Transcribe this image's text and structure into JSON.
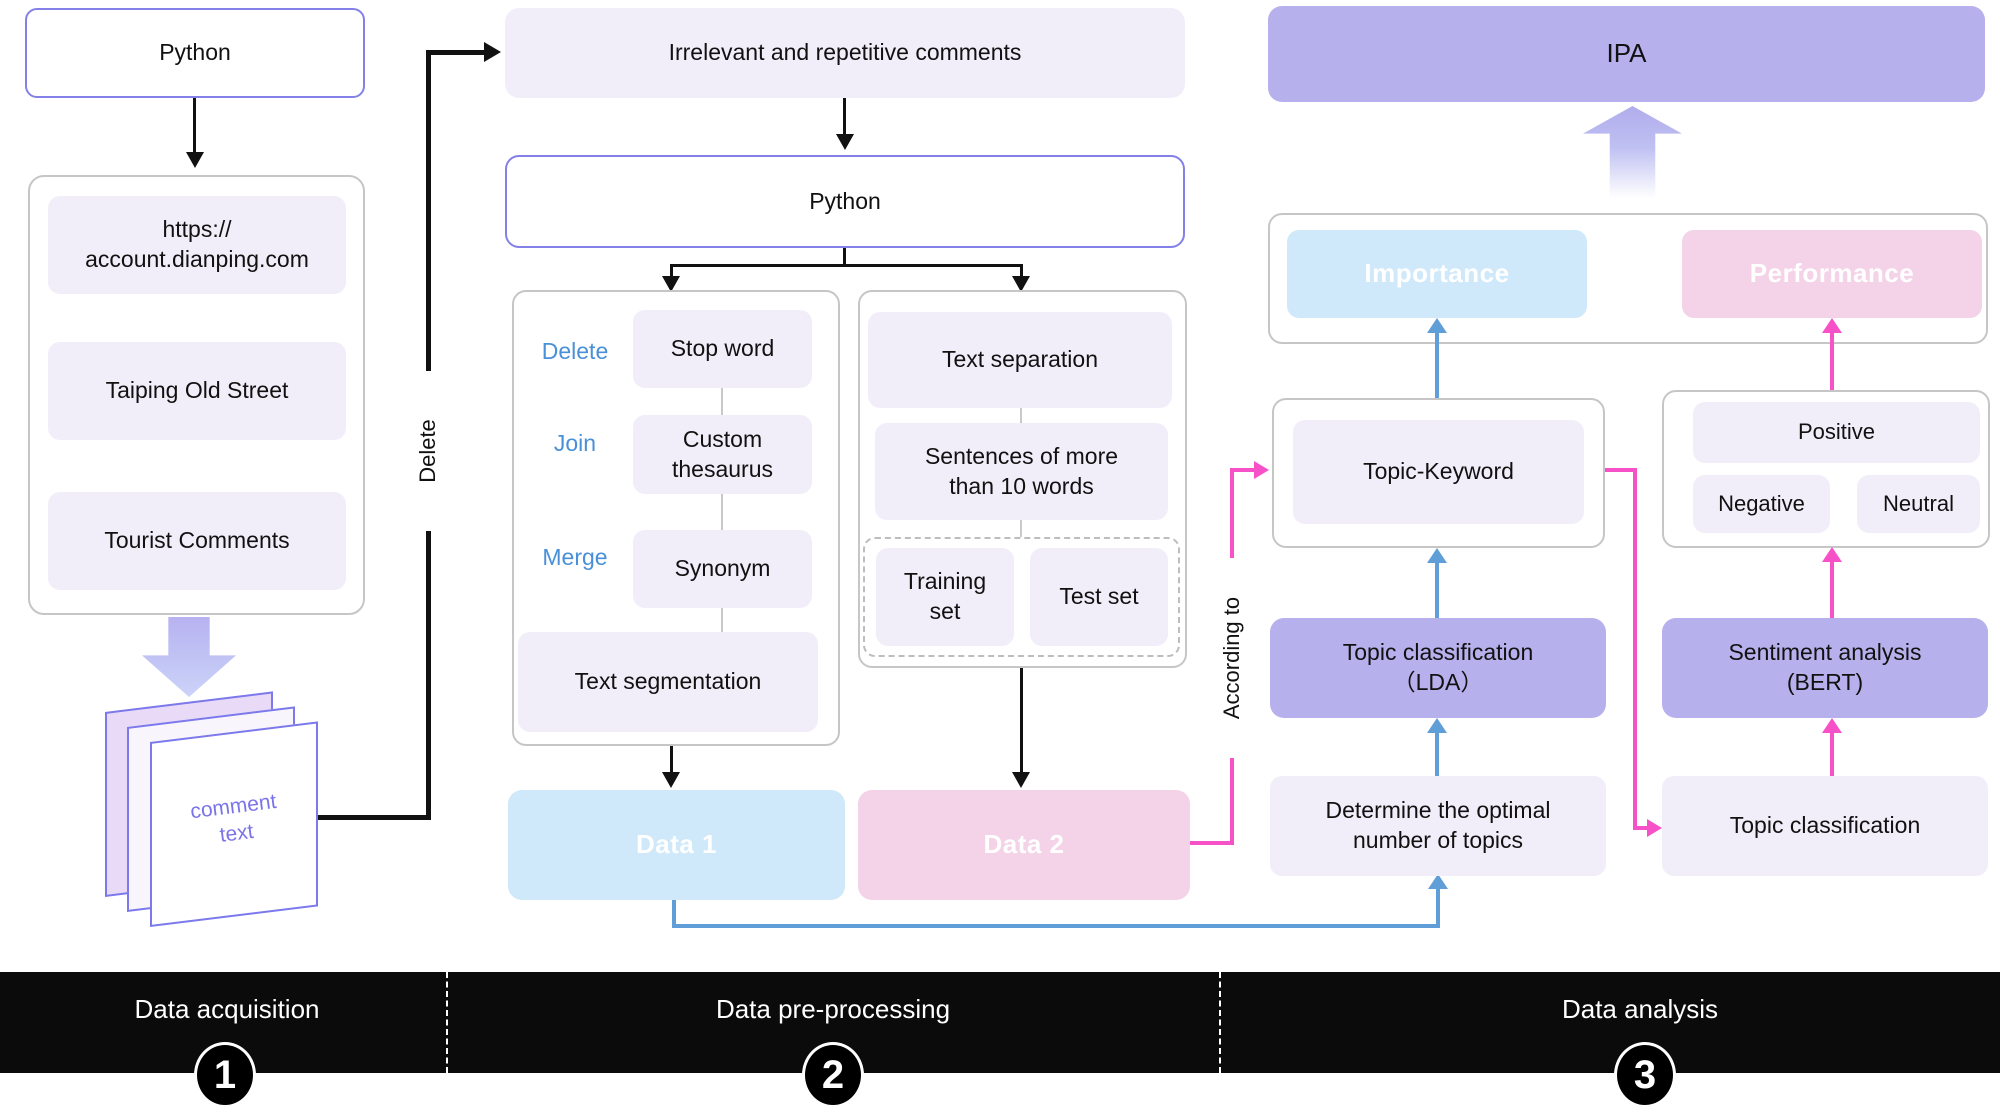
{
  "theme": {
    "purple": "#b6b1ec",
    "lavender": "#f1eef9",
    "blue-box": "#cfe9fa",
    "pink-box": "#f4d2e7",
    "blue": "#5f9ed6",
    "pink": "#f751c7",
    "purple-border": "#8381e8",
    "gray-border": "#c6c6c6",
    "blue-text": "#4a90d8",
    "page-border": "#7c79ec",
    "comment-text": "#7a74e8",
    "bar": "#0b0b0b",
    "ink": "#111111"
  },
  "acquisition": {
    "python": "Python",
    "url": "https://\naccount.dianping.com",
    "site": "Taiping Old Street",
    "comments": "Tourist Comments",
    "document": "comment\ntext"
  },
  "preprocessing": {
    "irrelevant": "Irrelevant and repetitive comments",
    "python": "Python",
    "edge_delete": "Delete",
    "labels": {
      "delete": "Delete",
      "join": "Join",
      "merge": "Merge"
    },
    "stop_word": "Stop word",
    "custom_thesaurus": "Custom\nthesaurus",
    "synonym": "Synonym",
    "text_segmentation": "Text segmentation",
    "text_separation": "Text separation",
    "sentences": "Sentences of more\nthan 10 words",
    "training_set": "Training\nset",
    "test_set": "Test set",
    "data1": "Data 1",
    "data2": "Data 2"
  },
  "analysis": {
    "ipa": "IPA",
    "importance": "Importance",
    "performance": "Performance",
    "topic_keyword": "Topic-Keyword",
    "positive": "Positive",
    "negative": "Negative",
    "neutral": "Neutral",
    "lda": "Topic classification\n（LDA）",
    "bert": "Sentiment analysis\n(BERT)",
    "determine": "Determine the optimal\nnumber of topics",
    "topic_classification": "Topic classification",
    "edge_according": "According to"
  },
  "footer": {
    "sections": [
      {
        "label": "Data acquisition",
        "number": "1"
      },
      {
        "label": "Data pre-processing",
        "number": "2"
      },
      {
        "label": "Data analysis",
        "number": "3"
      }
    ]
  }
}
